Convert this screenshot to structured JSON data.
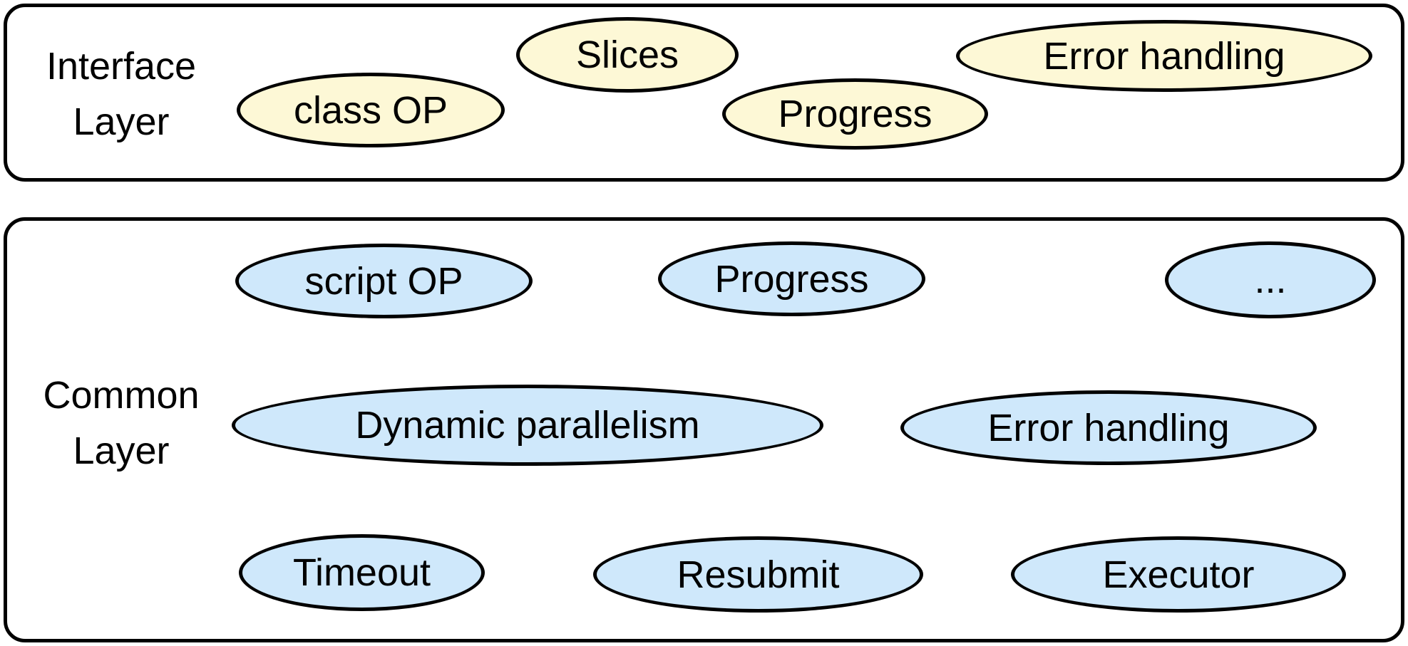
{
  "colors": {
    "interface_fill": "#fdf8d6",
    "common_fill": "#cfe8fb",
    "stroke": "#000000"
  },
  "interface_layer": {
    "label_line1": "Interface",
    "label_line2": "Layer",
    "items": [
      "class OP",
      "Slices",
      "Progress",
      "Error handling"
    ]
  },
  "common_layer": {
    "label_line1": "Common",
    "label_line2": "Layer",
    "items": [
      "script OP",
      "Progress",
      "...",
      "Dynamic parallelism",
      "Error handling",
      "Timeout",
      "Resubmit",
      "Executor"
    ]
  }
}
